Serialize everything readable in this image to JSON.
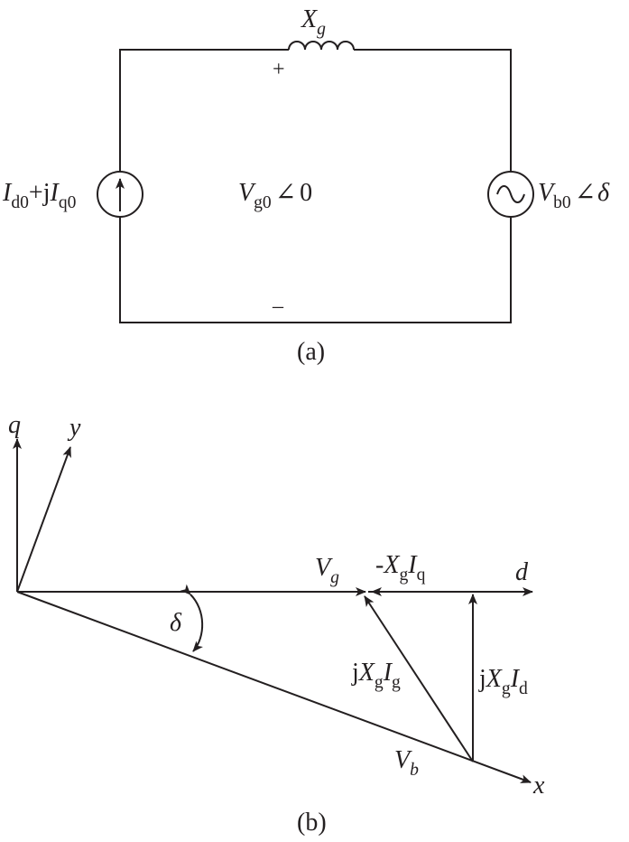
{
  "circuit": {
    "reactance_label": {
      "main": "X",
      "sub": "g"
    },
    "plus_sign": "+",
    "minus_sign": "–",
    "current_source_label": {
      "p1": "I",
      "p1_sub": "d0",
      "p2": "+j",
      "p3": "I",
      "p3_sub": "q0"
    },
    "node_voltage_label": {
      "main": "V",
      "sub": "g0",
      "angle": "∠",
      "value": "0"
    },
    "voltage_source_label": {
      "main": "V",
      "sub": "b0",
      "angle": "∠",
      "value": "δ"
    },
    "caption": "(a)"
  },
  "phasor": {
    "axis_q": "q",
    "axis_y": "y",
    "axis_d": "d",
    "axis_x": "x",
    "delta": "δ",
    "vg": {
      "main": "V",
      "sub": "g"
    },
    "vb": {
      "main": "V",
      "sub": "b"
    },
    "neg_xgiq": {
      "prefix": "-",
      "p1": "X",
      "p1_sub": "g",
      "p2": "I",
      "p2_sub": "q"
    },
    "jxgig": {
      "prefix": "j",
      "p1": "X",
      "p1_sub": "g",
      "p2": "I",
      "p2_sub": "g"
    },
    "jxgid": {
      "prefix": "j",
      "p1": "X",
      "p1_sub": "g",
      "p2": "I",
      "p2_sub": "d"
    },
    "caption": "(b)"
  }
}
